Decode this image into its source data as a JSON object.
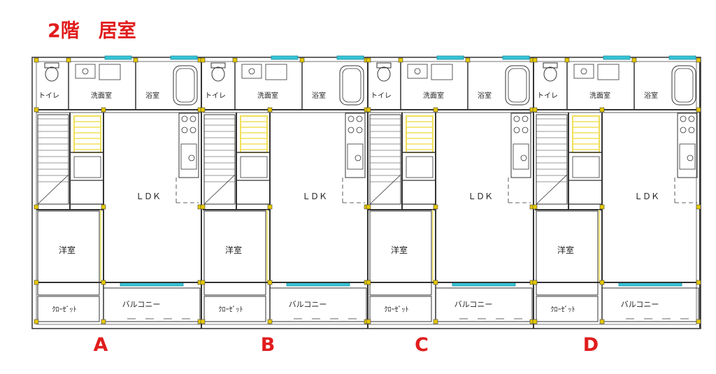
{
  "floor_title": "2階　居室",
  "units": [
    {
      "letter": "A"
    },
    {
      "letter": "B"
    },
    {
      "letter": "C"
    },
    {
      "letter": "D"
    }
  ],
  "room_labels": {
    "toilet": "トイレ",
    "washroom": "洗面室",
    "bathroom": "浴室",
    "ldk": "ＬＤＫ",
    "western_room": "洋室",
    "closet": "ｸﾛｰｾﾞｯﾄ",
    "balcony": "バルコニー"
  },
  "colors": {
    "accent": "#e11d1d",
    "wall": "#333333",
    "window": "#35c4d6",
    "stair_yellow": "#f0e05a",
    "column_marker": "#e6c800"
  }
}
